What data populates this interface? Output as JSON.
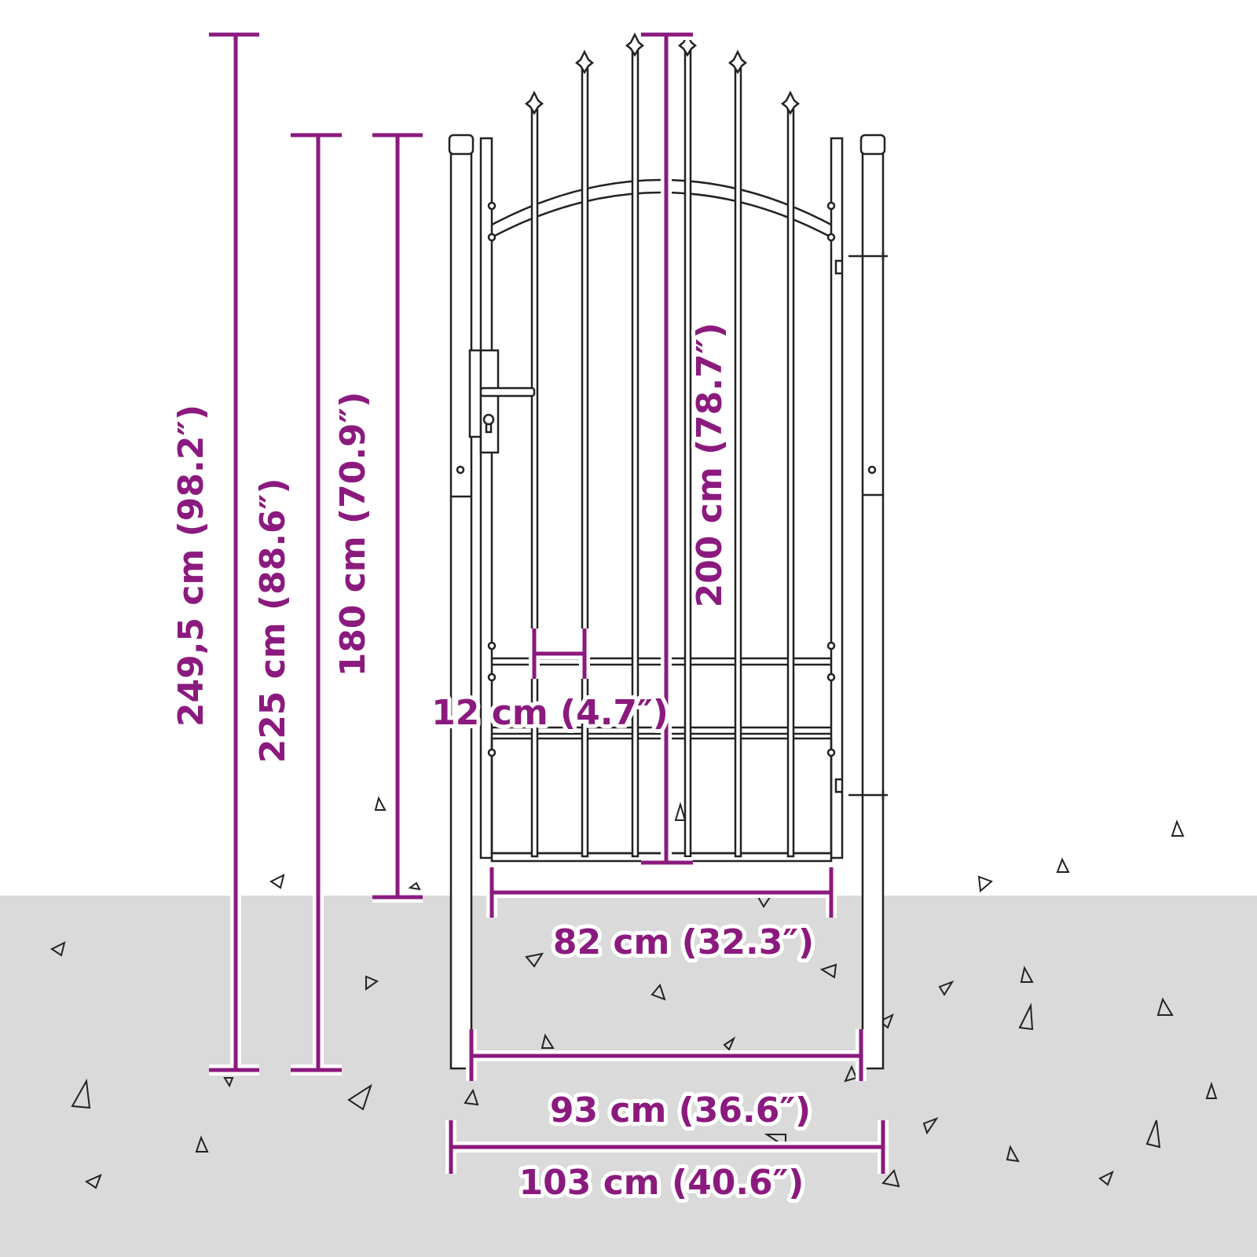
{
  "colors": {
    "dimension": "#8b1a7e",
    "ground": "#dadada",
    "background": "#ffffff",
    "ink": "#222222"
  },
  "dimensions": {
    "total_height": "249,5 cm (98.2″)",
    "post_height": "225 cm (88.6″)",
    "frame_height": "180 cm (70.9″)",
    "gate_height": "200 cm (78.7″)",
    "bar_spacing": "12 cm (4.7″)",
    "gate_width": "82 cm (32.3″)",
    "inner_post_width": "93 cm (36.6″)",
    "outer_width": "103 cm (40.6″)"
  }
}
